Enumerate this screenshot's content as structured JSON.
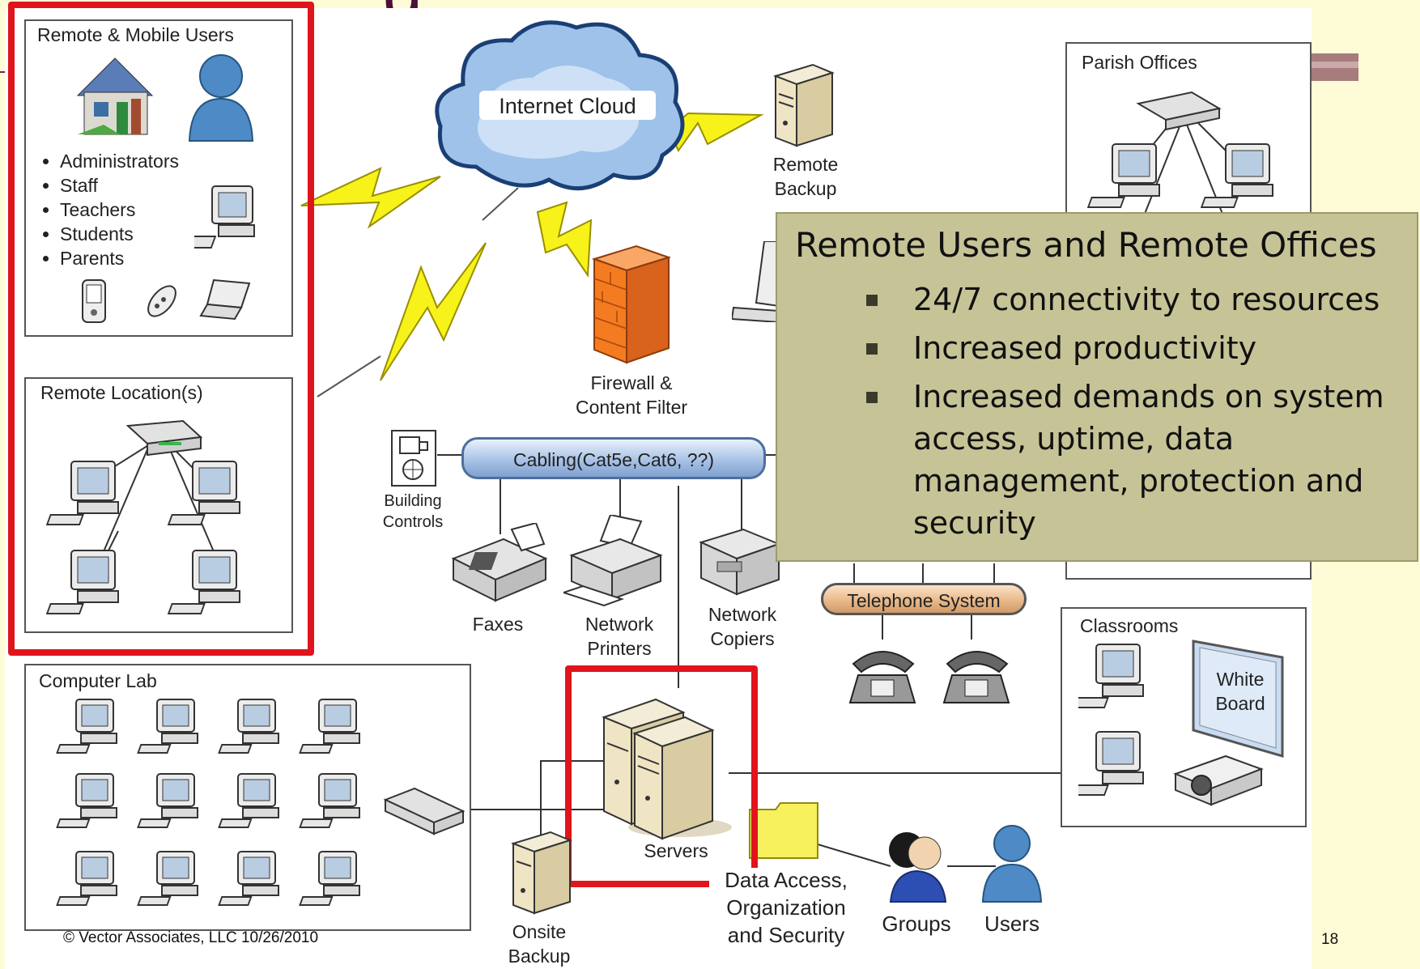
{
  "slide": {
    "title_fragment": "..g",
    "copyright": "© Vector Associates, LLC 10/26/2010",
    "page_number": "18"
  },
  "panels": {
    "remote_mobile": {
      "title": "Remote & Mobile Users",
      "bullets": [
        "Administrators",
        "Staff",
        "Teachers",
        "Students",
        "Parents"
      ]
    },
    "remote_location": {
      "title": "Remote Location(s)"
    },
    "parish_offices": {
      "title": "Parish Offices"
    },
    "computer_lab": {
      "title": "Computer Lab"
    },
    "classrooms": {
      "title": "Classrooms",
      "whiteboard": [
        "White",
        "Board"
      ]
    }
  },
  "nodes": {
    "internet_cloud": "Internet Cloud",
    "remote_backup": [
      "Remote",
      "Backup"
    ],
    "firewall": [
      "Firewall &",
      "Content Filter"
    ],
    "cabling": "Cabling(Cat5e,Cat6, ??)",
    "building_controls": [
      "Building",
      "Controls"
    ],
    "faxes": "Faxes",
    "network_printers": [
      "Network",
      "Printers"
    ],
    "network_copiers": [
      "Network",
      "Copiers"
    ],
    "telephone_system": "Telephone System",
    "servers": "Servers",
    "onsite_backup": [
      "Onsite",
      "Backup"
    ],
    "data_access": [
      "Data Access,",
      "Organization",
      "and Security"
    ],
    "groups": "Groups",
    "users": "Users"
  },
  "callout": {
    "heading": "Remote Users and Remote Offices",
    "bullets": [
      "24/7 connectivity to resources",
      "Increased productivity",
      "Increased demands on system access, uptime, data management, protection and security"
    ]
  },
  "colors": {
    "highlight_red": "#e0141c",
    "callout_bg": "#c6c497",
    "slide_bg": "#fdfcd6",
    "lightning_yellow": "#f7f21a",
    "firewall_orange": "#f47b20",
    "pipe_blue": "#a9c3e6"
  },
  "icons": [
    "house-icon",
    "user-icon",
    "pda-icon",
    "phone-icon",
    "laptop-icon",
    "desktop-icon",
    "switch-icon",
    "server-icon",
    "firewall-icon",
    "fax-icon",
    "printer-icon",
    "copier-icon",
    "telephone-icon",
    "projector-icon",
    "folder-icon",
    "groups-icon",
    "lightning-icon",
    "cloud-icon"
  ]
}
